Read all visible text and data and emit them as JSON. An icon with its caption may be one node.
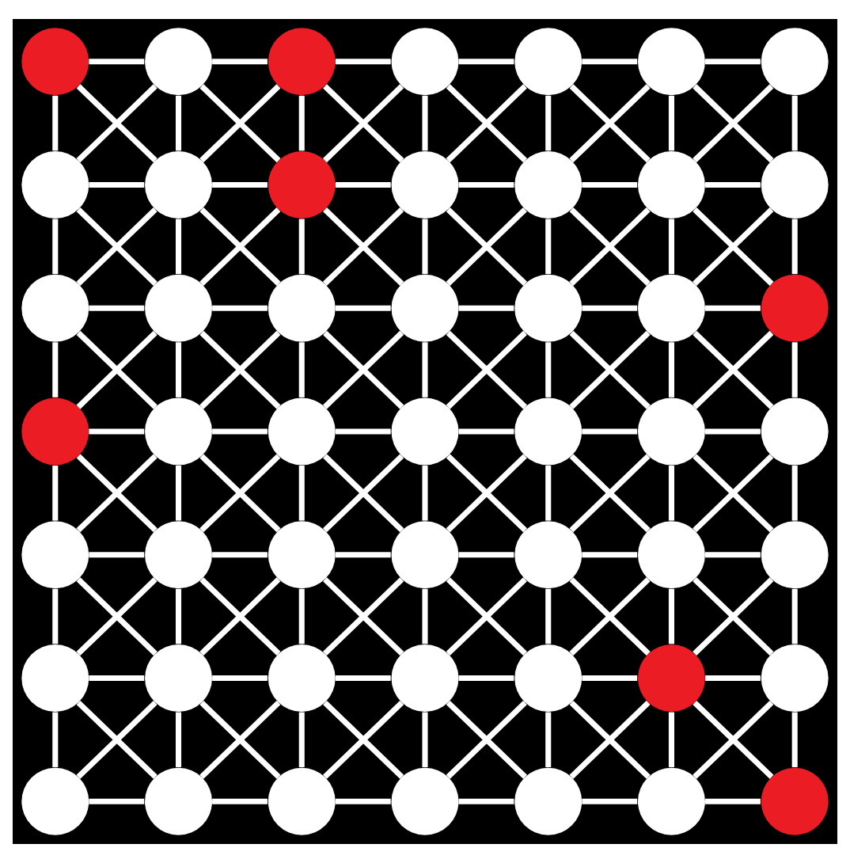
{
  "diagram": {
    "nodes": [
      {
        "text": [],
        "shape": "circle"
      },
      {
        "text": [],
        "shape": "circle"
      },
      {
        "text": [],
        "shape": "circle"
      },
      {
        "text": [],
        "shape": "circle"
      },
      {
        "text": [],
        "shape": "circle"
      },
      {
        "text": [],
        "shape": "circle"
      },
      {
        "text": [],
        "shape": "circle"
      },
      {
        "text": [],
        "shape": "circle"
      },
      {
        "text": [],
        "shape": "circle"
      },
      {
        "text": [],
        "shape": "circle"
      },
      {
        "text": [],
        "shape": "circle"
      },
      {
        "text": [],
        "shape": "circle"
      },
      {
        "text": [],
        "shape": "circle"
      },
      {
        "text": [],
        "shape": "circle"
      },
      {
        "text": [],
        "shape": "circle"
      },
      {
        "text": [],
        "shape": "circle"
      },
      {
        "text": [],
        "shape": "circle"
      },
      {
        "text": [],
        "shape": "circle"
      },
      {
        "text": [],
        "shape": "circle"
      },
      {
        "text": [],
        "shape": "circle"
      },
      {
        "text": [],
        "shape": "circle"
      },
      {
        "text": [],
        "shape": "circle"
      },
      {
        "text": [],
        "shape": "circle"
      },
      {
        "text": [],
        "shape": "circle"
      },
      {
        "text": [],
        "shape": "circle"
      },
      {
        "text": [],
        "shape": "circle"
      },
      {
        "text": [],
        "shape": "circle"
      },
      {
        "text": [],
        "shape": "circle"
      },
      {
        "text": [],
        "shape": "circle"
      },
      {
        "text": [],
        "shape": "circle"
      },
      {
        "text": [],
        "shape": "circle"
      },
      {
        "text": [],
        "shape": "circle"
      },
      {
        "text": [],
        "shape": "circle"
      },
      {
        "text": [],
        "shape": "circle"
      },
      {
        "text": [],
        "shape": "circle"
      },
      {
        "text": [],
        "shape": "circle"
      },
      {
        "text": [],
        "shape": "circle"
      },
      {
        "text": [],
        "shape": "circle"
      },
      {
        "text": [],
        "shape": "circle"
      },
      {
        "text": [],
        "shape": "circle"
      },
      {
        "text": [],
        "shape": "circle"
      },
      {
        "text": [],
        "shape": "circle"
      },
      {
        "text": [],
        "shape": "circle"
      },
      {
        "text": [],
        "shape": "circle"
      },
      {
        "text": [],
        "shape": "circle"
      },
      {
        "text": [],
        "shape": "circle"
      },
      {
        "text": [],
        "shape": "circle"
      },
      {
        "text": [],
        "shape": "circle"
      },
      {
        "text": [],
        "shape": "circle"
      }
    ],
    "edges": [
      {
        "from": 0,
        "to": 1,
        "arrow": "none"
      },
      {
        "from": 0,
        "to": 7,
        "arrow": "none"
      },
      {
        "from": 0,
        "to": 8,
        "arrow": "none"
      },
      {
        "from": 1,
        "to": 2,
        "arrow": "none"
      },
      {
        "from": 1,
        "to": 8,
        "arrow": "none"
      },
      {
        "from": 1,
        "to": 9,
        "arrow": "none"
      },
      {
        "from": 1,
        "to": 7,
        "arrow": "none"
      },
      {
        "from": 2,
        "to": 3,
        "arrow": "none"
      },
      {
        "from": 2,
        "to": 9,
        "arrow": "none"
      },
      {
        "from": 2,
        "to": 10,
        "arrow": "none"
      },
      {
        "from": 2,
        "to": 8,
        "arrow": "none"
      },
      {
        "from": 3,
        "to": 4,
        "arrow": "none"
      },
      {
        "from": 3,
        "to": 10,
        "arrow": "none"
      },
      {
        "from": 3,
        "to": 11,
        "arrow": "none"
      },
      {
        "from": 3,
        "to": 9,
        "arrow": "none"
      },
      {
        "from": 4,
        "to": 5,
        "arrow": "none"
      },
      {
        "from": 4,
        "to": 11,
        "arrow": "none"
      },
      {
        "from": 4,
        "to": 12,
        "arrow": "none"
      },
      {
        "from": 4,
        "to": 10,
        "arrow": "none"
      },
      {
        "from": 5,
        "to": 6,
        "arrow": "none"
      },
      {
        "from": 5,
        "to": 12,
        "arrow": "none"
      },
      {
        "from": 5,
        "to": 13,
        "arrow": "none"
      },
      {
        "from": 5,
        "to": 11,
        "arrow": "none"
      },
      {
        "from": 6,
        "to": 13,
        "arrow": "none"
      },
      {
        "from": 6,
        "to": 12,
        "arrow": "none"
      },
      {
        "from": 7,
        "to": 8,
        "arrow": "none"
      },
      {
        "from": 7,
        "to": 14,
        "arrow": "none"
      },
      {
        "from": 7,
        "to": 15,
        "arrow": "none"
      },
      {
        "from": 8,
        "to": 9,
        "arrow": "none"
      },
      {
        "from": 8,
        "to": 15,
        "arrow": "none"
      },
      {
        "from": 8,
        "to": 16,
        "arrow": "none"
      },
      {
        "from": 8,
        "to": 14,
        "arrow": "none"
      },
      {
        "from": 9,
        "to": 10,
        "arrow": "none"
      },
      {
        "from": 9,
        "to": 16,
        "arrow": "none"
      },
      {
        "from": 9,
        "to": 17,
        "arrow": "none"
      },
      {
        "from": 9,
        "to": 15,
        "arrow": "none"
      },
      {
        "from": 10,
        "to": 11,
        "arrow": "none"
      },
      {
        "from": 10,
        "to": 17,
        "arrow": "none"
      },
      {
        "from": 10,
        "to": 18,
        "arrow": "none"
      },
      {
        "from": 10,
        "to": 16,
        "arrow": "none"
      },
      {
        "from": 11,
        "to": 12,
        "arrow": "none"
      },
      {
        "from": 11,
        "to": 18,
        "arrow": "none"
      },
      {
        "from": 11,
        "to": 19,
        "arrow": "none"
      },
      {
        "from": 11,
        "to": 17,
        "arrow": "none"
      },
      {
        "from": 12,
        "to": 13,
        "arrow": "none"
      },
      {
        "from": 12,
        "to": 19,
        "arrow": "none"
      },
      {
        "from": 12,
        "to": 20,
        "arrow": "none"
      },
      {
        "from": 12,
        "to": 18,
        "arrow": "none"
      },
      {
        "from": 13,
        "to": 20,
        "arrow": "none"
      },
      {
        "from": 13,
        "to": 19,
        "arrow": "none"
      },
      {
        "from": 14,
        "to": 15,
        "arrow": "none"
      },
      {
        "from": 14,
        "to": 21,
        "arrow": "none"
      },
      {
        "from": 14,
        "to": 22,
        "arrow": "none"
      },
      {
        "from": 15,
        "to": 16,
        "arrow": "none"
      },
      {
        "from": 15,
        "to": 22,
        "arrow": "none"
      },
      {
        "from": 15,
        "to": 23,
        "arrow": "none"
      },
      {
        "from": 15,
        "to": 21,
        "arrow": "none"
      },
      {
        "from": 16,
        "to": 17,
        "arrow": "none"
      },
      {
        "from": 16,
        "to": 23,
        "arrow": "none"
      },
      {
        "from": 16,
        "to": 24,
        "arrow": "none"
      },
      {
        "from": 16,
        "to": 22,
        "arrow": "none"
      },
      {
        "from": 17,
        "to": 18,
        "arrow": "none"
      },
      {
        "from": 17,
        "to": 24,
        "arrow": "none"
      },
      {
        "from": 17,
        "to": 25,
        "arrow": "none"
      },
      {
        "from": 17,
        "to": 23,
        "arrow": "none"
      },
      {
        "from": 18,
        "to": 19,
        "arrow": "none"
      },
      {
        "from": 18,
        "to": 25,
        "arrow": "none"
      },
      {
        "from": 18,
        "to": 26,
        "arrow": "none"
      },
      {
        "from": 18,
        "to": 24,
        "arrow": "none"
      },
      {
        "from": 19,
        "to": 20,
        "arrow": "none"
      },
      {
        "from": 19,
        "to": 26,
        "arrow": "none"
      },
      {
        "from": 19,
        "to": 27,
        "arrow": "none"
      },
      {
        "from": 19,
        "to": 25,
        "arrow": "none"
      },
      {
        "from": 20,
        "to": 27,
        "arrow": "none"
      },
      {
        "from": 20,
        "to": 26,
        "arrow": "none"
      },
      {
        "from": 21,
        "to": 22,
        "arrow": "none"
      },
      {
        "from": 21,
        "to": 28,
        "arrow": "none"
      },
      {
        "from": 21,
        "to": 29,
        "arrow": "none"
      },
      {
        "from": 22,
        "to": 23,
        "arrow": "none"
      },
      {
        "from": 22,
        "to": 29,
        "arrow": "none"
      },
      {
        "from": 22,
        "to": 30,
        "arrow": "none"
      },
      {
        "from": 22,
        "to": 28,
        "arrow": "none"
      },
      {
        "from": 23,
        "to": 24,
        "arrow": "none"
      },
      {
        "from": 23,
        "to": 30,
        "arrow": "none"
      },
      {
        "from": 23,
        "to": 31,
        "arrow": "none"
      },
      {
        "from": 23,
        "to": 29,
        "arrow": "none"
      },
      {
        "from": 24,
        "to": 25,
        "arrow": "none"
      },
      {
        "from": 24,
        "to": 31,
        "arrow": "none"
      },
      {
        "from": 24,
        "to": 32,
        "arrow": "none"
      },
      {
        "from": 24,
        "to": 30,
        "arrow": "none"
      },
      {
        "from": 25,
        "to": 26,
        "arrow": "none"
      },
      {
        "from": 25,
        "to": 32,
        "arrow": "none"
      },
      {
        "from": 25,
        "to": 33,
        "arrow": "none"
      },
      {
        "from": 25,
        "to": 31,
        "arrow": "none"
      },
      {
        "from": 26,
        "to": 27,
        "arrow": "none"
      },
      {
        "from": 26,
        "to": 33,
        "arrow": "none"
      },
      {
        "from": 26,
        "to": 34,
        "arrow": "none"
      },
      {
        "from": 26,
        "to": 32,
        "arrow": "none"
      },
      {
        "from": 27,
        "to": 34,
        "arrow": "none"
      },
      {
        "from": 27,
        "to": 33,
        "arrow": "none"
      },
      {
        "from": 28,
        "to": 29,
        "arrow": "none"
      },
      {
        "from": 28,
        "to": 35,
        "arrow": "none"
      },
      {
        "from": 28,
        "to": 36,
        "arrow": "none"
      },
      {
        "from": 29,
        "to": 30,
        "arrow": "none"
      },
      {
        "from": 29,
        "to": 36,
        "arrow": "none"
      },
      {
        "from": 29,
        "to": 37,
        "arrow": "none"
      },
      {
        "from": 29,
        "to": 35,
        "arrow": "none"
      },
      {
        "from": 30,
        "to": 31,
        "arrow": "none"
      },
      {
        "from": 30,
        "to": 37,
        "arrow": "none"
      },
      {
        "from": 30,
        "to": 38,
        "arrow": "none"
      },
      {
        "from": 30,
        "to": 36,
        "arrow": "none"
      },
      {
        "from": 31,
        "to": 32,
        "arrow": "none"
      },
      {
        "from": 31,
        "to": 38,
        "arrow": "none"
      },
      {
        "from": 31,
        "to": 39,
        "arrow": "none"
      },
      {
        "from": 31,
        "to": 37,
        "arrow": "none"
      },
      {
        "from": 32,
        "to": 33,
        "arrow": "none"
      },
      {
        "from": 32,
        "to": 39,
        "arrow": "none"
      },
      {
        "from": 32,
        "to": 40,
        "arrow": "none"
      },
      {
        "from": 32,
        "to": 38,
        "arrow": "none"
      },
      {
        "from": 33,
        "to": 34,
        "arrow": "none"
      },
      {
        "from": 33,
        "to": 40,
        "arrow": "none"
      },
      {
        "from": 33,
        "to": 41,
        "arrow": "none"
      },
      {
        "from": 33,
        "to": 39,
        "arrow": "none"
      },
      {
        "from": 34,
        "to": 41,
        "arrow": "none"
      },
      {
        "from": 34,
        "to": 40,
        "arrow": "none"
      },
      {
        "from": 35,
        "to": 36,
        "arrow": "none"
      },
      {
        "from": 35,
        "to": 42,
        "arrow": "none"
      },
      {
        "from": 35,
        "to": 43,
        "arrow": "none"
      },
      {
        "from": 36,
        "to": 37,
        "arrow": "none"
      },
      {
        "from": 36,
        "to": 43,
        "arrow": "none"
      },
      {
        "from": 36,
        "to": 44,
        "arrow": "none"
      },
      {
        "from": 36,
        "to": 42,
        "arrow": "none"
      },
      {
        "from": 37,
        "to": 38,
        "arrow": "none"
      },
      {
        "from": 37,
        "to": 44,
        "arrow": "none"
      },
      {
        "from": 37,
        "to": 45,
        "arrow": "none"
      },
      {
        "from": 37,
        "to": 43,
        "arrow": "none"
      },
      {
        "from": 38,
        "to": 39,
        "arrow": "none"
      },
      {
        "from": 38,
        "to": 45,
        "arrow": "none"
      },
      {
        "from": 38,
        "to": 46,
        "arrow": "none"
      },
      {
        "from": 38,
        "to": 44,
        "arrow": "none"
      },
      {
        "from": 39,
        "to": 40,
        "arrow": "none"
      },
      {
        "from": 39,
        "to": 46,
        "arrow": "none"
      },
      {
        "from": 39,
        "to": 47,
        "arrow": "none"
      },
      {
        "from": 39,
        "to": 45,
        "arrow": "none"
      },
      {
        "from": 40,
        "to": 41,
        "arrow": "none"
      },
      {
        "from": 40,
        "to": 47,
        "arrow": "none"
      },
      {
        "from": 40,
        "to": 48,
        "arrow": "none"
      },
      {
        "from": 40,
        "to": 46,
        "arrow": "none"
      },
      {
        "from": 41,
        "to": 48,
        "arrow": "none"
      },
      {
        "from": 41,
        "to": 47,
        "arrow": "none"
      },
      {
        "from": 42,
        "to": 43,
        "arrow": "none"
      },
      {
        "from": 43,
        "to": 44,
        "arrow": "none"
      },
      {
        "from": 44,
        "to": 45,
        "arrow": "none"
      },
      {
        "from": 45,
        "to": 46,
        "arrow": "none"
      },
      {
        "from": 46,
        "to": 47,
        "arrow": "none"
      },
      {
        "from": 47,
        "to": 48,
        "arrow": "none"
      }
    ]
  }
}
